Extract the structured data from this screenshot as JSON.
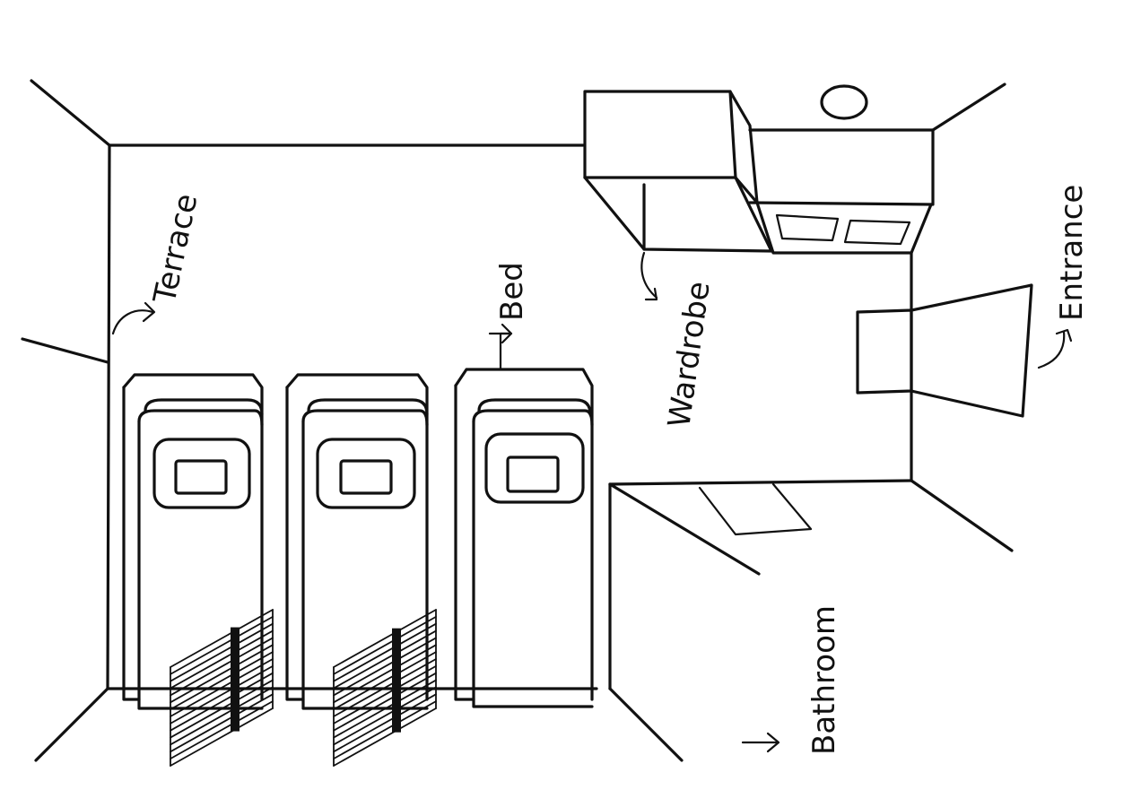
{
  "labels": {
    "terrace": "Terrace",
    "bed": "Bed",
    "wardrobe": "Wardrobe",
    "entrance": "Entrance",
    "bathroom": "Bathroom"
  },
  "colors": {
    "ink": "#111111",
    "paper": "#ffffff"
  }
}
